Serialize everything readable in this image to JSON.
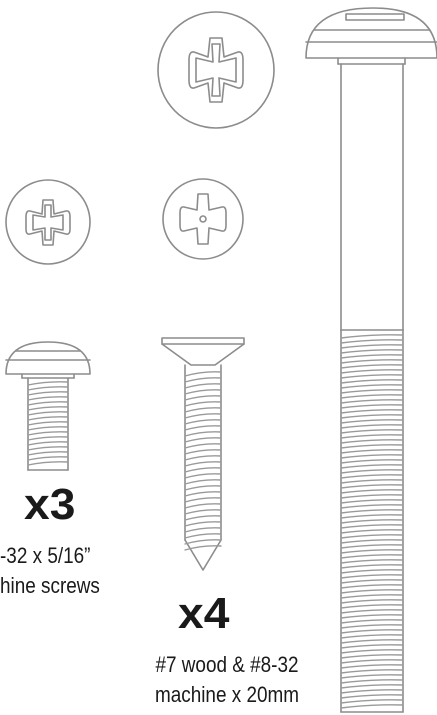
{
  "colors": {
    "outline": "#8c8c8c",
    "thread": "#9a9a9a",
    "text": "#1a1a1a",
    "background": "#ffffff"
  },
  "parts": {
    "small_machine": {
      "quantity": "x3",
      "desc_line1": "-32 x 5/16”",
      "desc_line2": "hine screws"
    },
    "wood_screw": {
      "quantity": "x4",
      "desc_line1": "#7 wood & #8-32",
      "desc_line2": "machine x 20mm"
    }
  },
  "icons": [
    "phillips-head-top-icon",
    "pan-head-machine-screw-icon",
    "flat-head-wood-screw-icon",
    "long-machine-screw-icon"
  ]
}
